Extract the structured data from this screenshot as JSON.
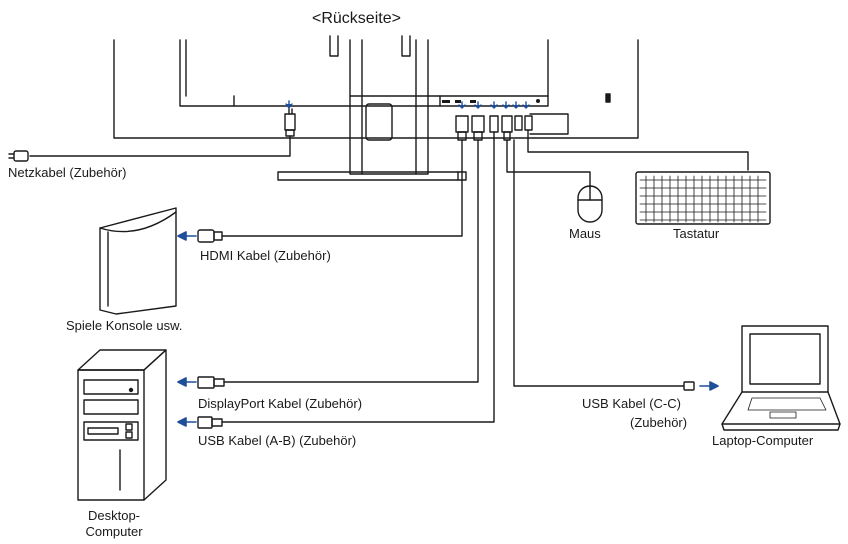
{
  "title": "<Rückseite>",
  "labels": {
    "power_cable": "Netzkabel (Zubehör)",
    "mouse": "Maus",
    "keyboard": "Tastatur",
    "hdmi_cable": "HDMI Kabel (Zubehör)",
    "game_console": "Spiele Konsole usw.",
    "displayport_cable": "DisplayPort Kabel (Zubehör)",
    "usb_ab_cable": "USB Kabel (A-B) (Zubehör)",
    "usb_cc_cable_line1": "USB Kabel (C-C)",
    "usb_cc_cable_line2": "(Zubehör)",
    "laptop": "Laptop-Computer",
    "desktop_line1": "Desktop-",
    "desktop_line2": "Computer"
  },
  "colors": {
    "line": "#1a1a1a",
    "arrow": "#1f4e9a",
    "port_marker": "#1f4e9a"
  },
  "icons": [
    "monitor-back",
    "stand",
    "power-plug",
    "hdmi-plug",
    "displayport-plug",
    "usb-b-plug",
    "usb-c-plug",
    "mouse",
    "keyboard",
    "game-console",
    "desktop-tower",
    "laptop"
  ]
}
